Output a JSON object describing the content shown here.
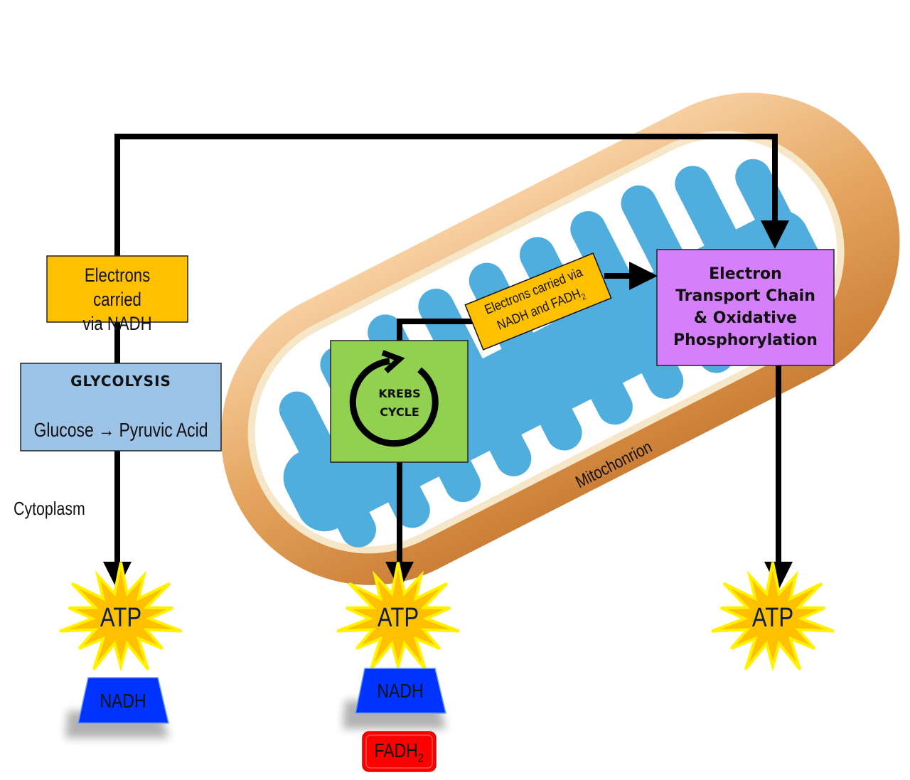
{
  "colors": {
    "electron_box": "#FFC000",
    "glycolysis_box": "#9DC3E6",
    "krebs_box": "#92D050",
    "etc_box": "#D580FA",
    "atp_star": "#FFC000",
    "nadh": "#0033FF",
    "fadh2": "#FF0000",
    "mitochondrion_outer": "#E0A055",
    "cristae": "#4FAEDD"
  },
  "left_electron_box": {
    "line1": "Electrons carried",
    "line2": "via NADH"
  },
  "glycolysis": {
    "title": "GLYCOLYSIS",
    "from": "Glucose",
    "arrow": "→",
    "to": "Pyruvic Acid"
  },
  "cytoplasm_label": "Cytoplasm",
  "mitochondrion_label": "Mitochonrion",
  "krebs": {
    "line1": "KREBS",
    "line2": "CYCLE",
    "icon": "circular-arrow-icon"
  },
  "mid_electron_box": {
    "line1": "Electrons carried via",
    "line2": "NADH and FADH",
    "sub": "2"
  },
  "etc": {
    "line1": "Electron",
    "line2": "Transport Chain",
    "line3": "& Oxidative",
    "line4": "Phosphorylation"
  },
  "products": {
    "glycolysis": {
      "atp": "ATP",
      "nadh": "NADH"
    },
    "krebs": {
      "atp": "ATP",
      "nadh": "NADH",
      "fadh2": "FADH",
      "fadh2_sub": "2"
    },
    "etc": {
      "atp": "ATP"
    }
  }
}
